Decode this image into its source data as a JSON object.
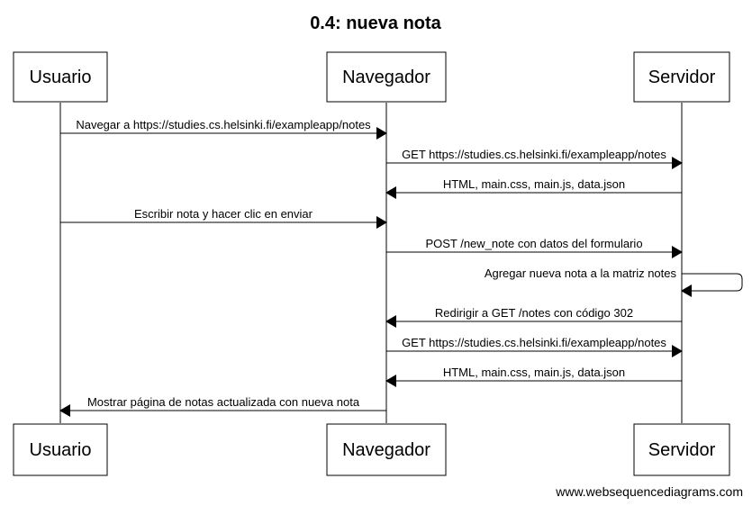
{
  "title": "0.4: nueva nota",
  "participants": [
    {
      "id": "usuario",
      "label": "Usuario"
    },
    {
      "id": "navegador",
      "label": "Navegador"
    },
    {
      "id": "servidor",
      "label": "Servidor"
    }
  ],
  "messages": [
    {
      "from": "usuario",
      "to": "navegador",
      "text": "Navegar a https://studies.cs.helsinki.fi/exampleapp/notes"
    },
    {
      "from": "navegador",
      "to": "servidor",
      "text": "GET https://studies.cs.helsinki.fi/exampleapp/notes"
    },
    {
      "from": "servidor",
      "to": "navegador",
      "text": "HTML, main.css, main.js, data.json"
    },
    {
      "from": "usuario",
      "to": "navegador",
      "text": "Escribir nota y hacer clic en enviar"
    },
    {
      "from": "navegador",
      "to": "servidor",
      "text": "POST /new_note con datos del formulario"
    },
    {
      "from": "servidor",
      "to": "servidor",
      "text": "Agregar nueva nota a la matriz notes"
    },
    {
      "from": "servidor",
      "to": "navegador",
      "text": "Redirigir a GET /notes con código 302"
    },
    {
      "from": "navegador",
      "to": "servidor",
      "text": "GET https://studies.cs.helsinki.fi/exampleapp/notes"
    },
    {
      "from": "servidor",
      "to": "navegador",
      "text": "HTML, main.css, main.js, data.json"
    },
    {
      "from": "navegador",
      "to": "usuario",
      "text": "Mostrar página de notas actualizada con nueva nota"
    }
  ],
  "footer": "www.websequencediagrams.com"
}
